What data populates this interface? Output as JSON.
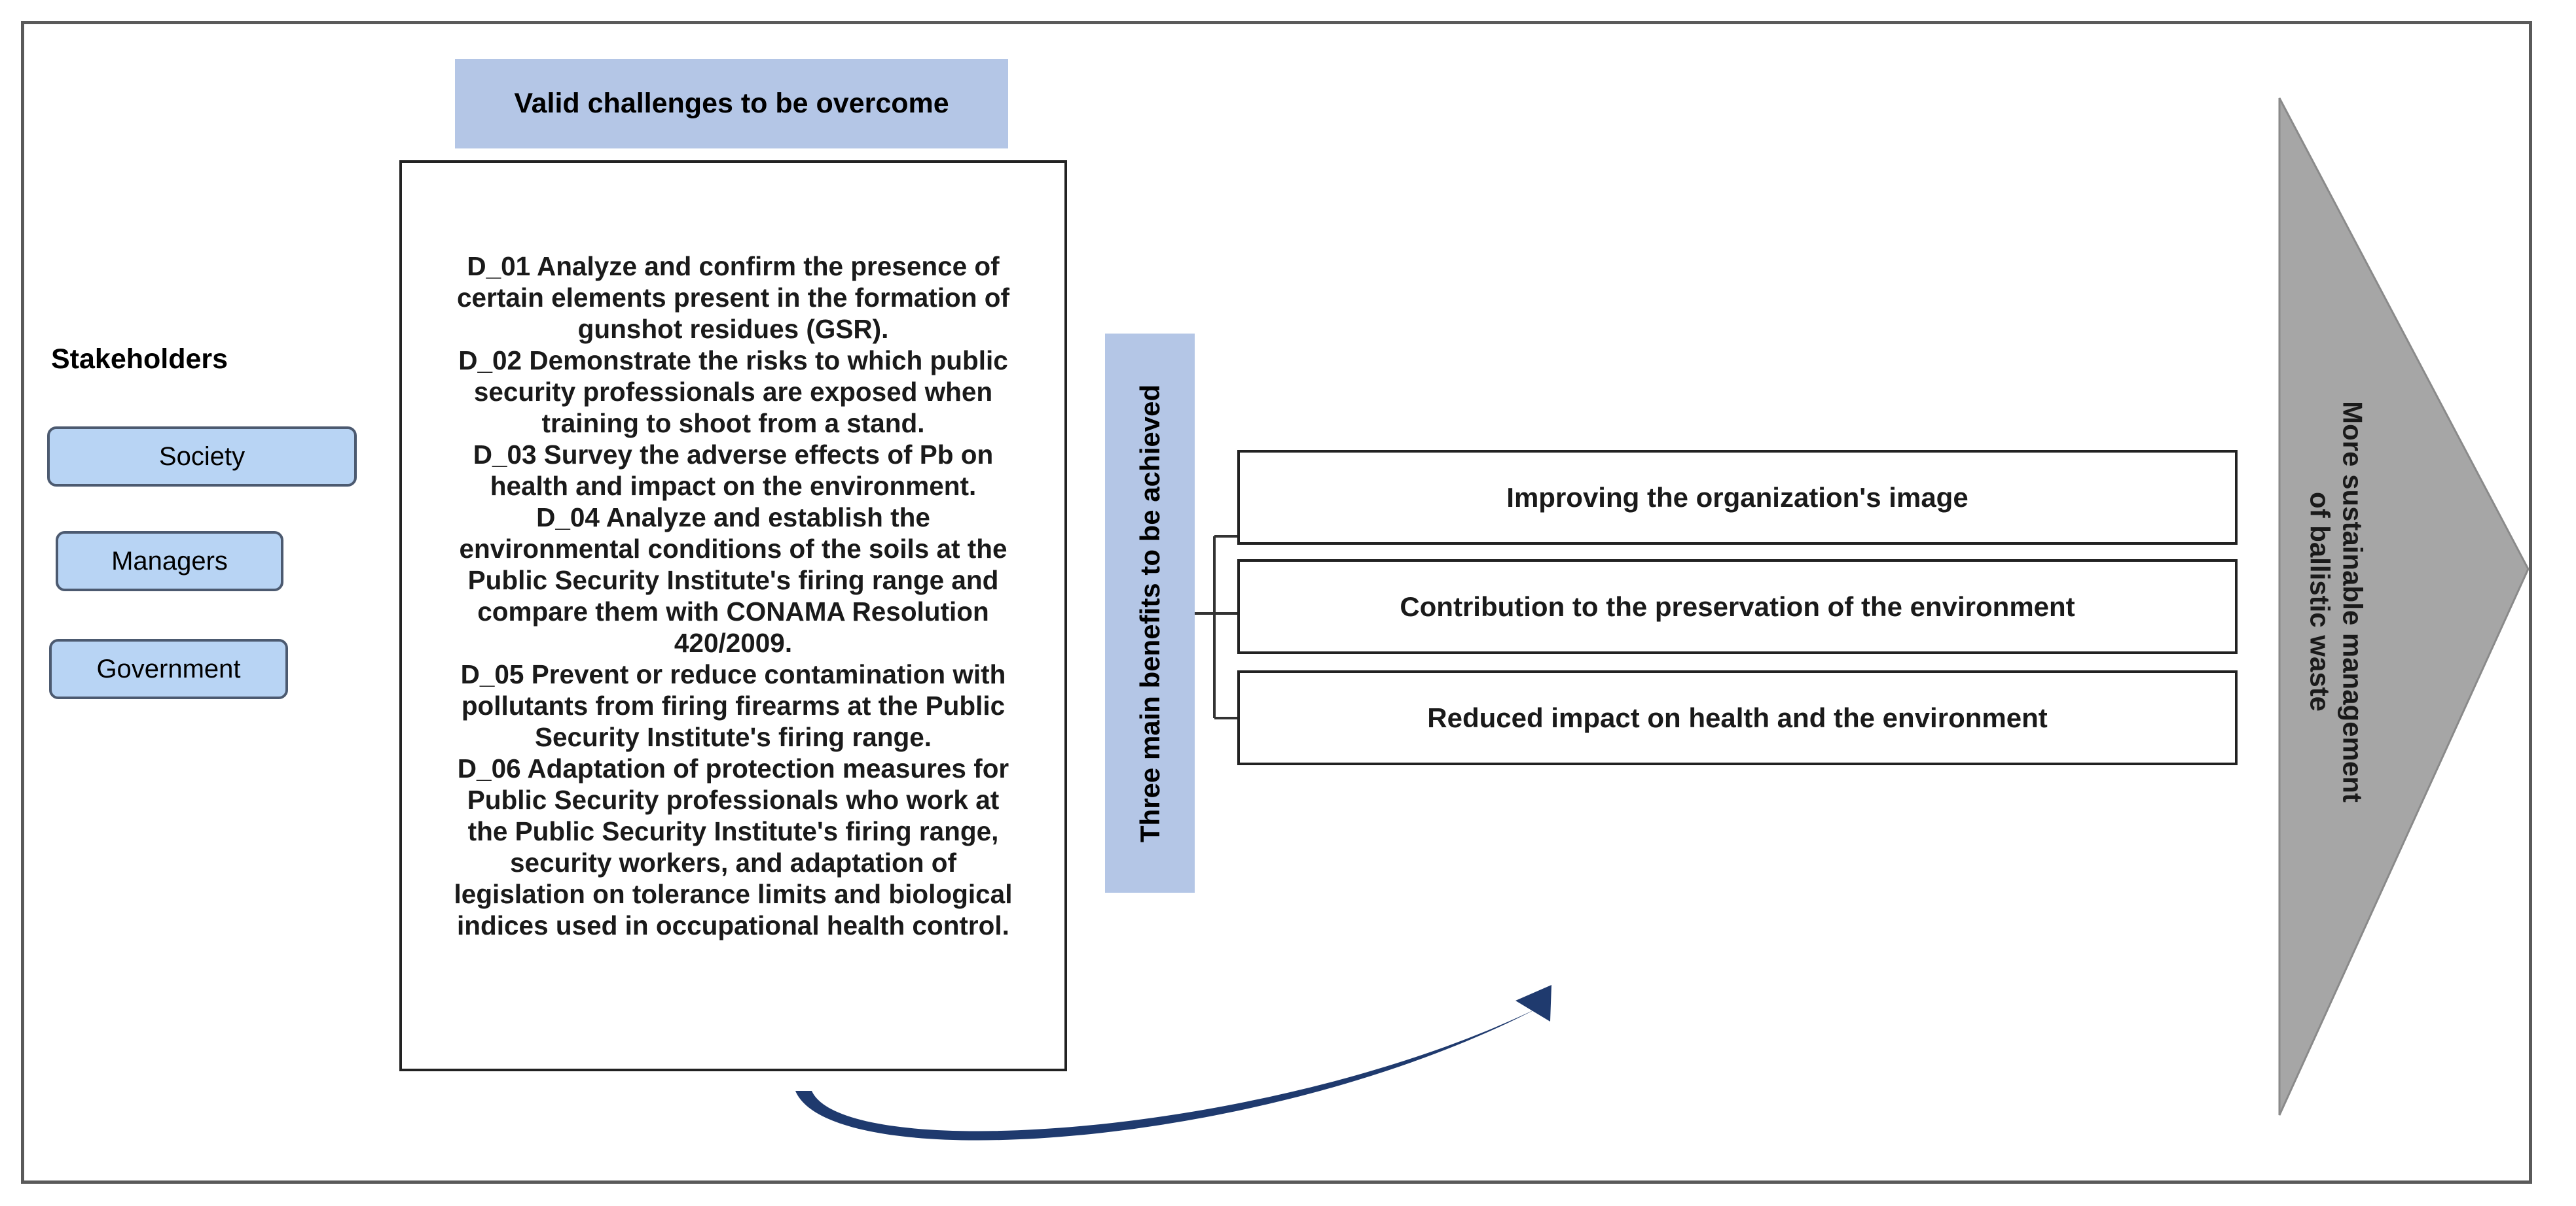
{
  "challenges": {
    "title": "Valid challenges to be overcome",
    "lines": [
      "D_01 Analyze and confirm the presence of",
      "certain elements present in the formation of",
      "gunshot residues (GSR).",
      "D_02 Demonstrate the risks to which public",
      "security professionals are exposed when",
      "training to shoot from a stand.",
      "D_03 Survey the adverse effects of Pb on",
      "health and impact on the environment.",
      "D_04 Analyze and establish the",
      "environmental conditions of the soils at the",
      "Public Security Institute's firing range and",
      "compare them with CONAMA Resolution",
      "420/2009.",
      "D_05 Prevent or reduce contamination with",
      "pollutants from firing firearms at the Public",
      "Security Institute's firing range.",
      "D_06 Adaptation of protection measures for",
      "Public Security professionals who work at",
      "the Public Security Institute's firing range,",
      "security workers, and adaptation of",
      "legislation on tolerance limits and biological",
      "indices used in occupational health control."
    ]
  },
  "stakeholders": {
    "title": "Stakeholders",
    "items": [
      "Society",
      "Managers",
      "Government"
    ]
  },
  "benefits": {
    "label": "Three main benefits to be achieved",
    "items": [
      "Improving the organization's image",
      "Contribution to the preservation of the environment",
      "Reduced impact on health and the environment"
    ]
  },
  "outcome": {
    "lines": [
      "More sustainable management",
      "of ballistic waste"
    ]
  },
  "colors": {
    "label_fill": "#b4c6e6",
    "stakeholder_fill": "#b8d4f4",
    "stakeholder_border": "#4c5a70",
    "arrow_fill": "#a6a6a6",
    "curve_arrow": "#1f3a6e",
    "frame": "#5a5a5a"
  }
}
